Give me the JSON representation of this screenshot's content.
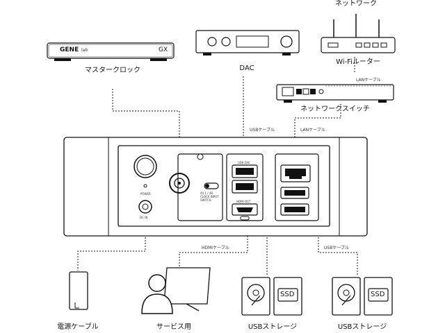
{
  "devices": {
    "master_clock": {
      "brand": "GENE",
      "brand_suffix": "lab",
      "model": "GX",
      "label": "マスタークロック"
    },
    "dac": {
      "label": "DAC"
    },
    "network": {
      "label": "ネットワーク"
    },
    "wifi_router": {
      "label": "Wi-Fiルーター"
    },
    "network_switch": {
      "label": "ネットワークスイッチ"
    },
    "power_cable": {
      "label": "電源ケーブル"
    },
    "service": {
      "label": "サービス用"
    },
    "usb_storage_1": {
      "label": "USBストレージ",
      "ssd": "SSD"
    },
    "usb_storage_2": {
      "label": "USBストレージ",
      "ssd": "SSD"
    }
  },
  "cables": {
    "lan_top": "LANケーブル",
    "usb": "USBケーブル",
    "lan": "LANケーブル",
    "hdmi": "HDMIケーブル",
    "usb_bottom": "USBケーブル"
  },
  "panel": {
    "power": "POWER",
    "dc_in": "DC IN",
    "clock_switch": "44.1 / 48 CLOCK INPUT SWITCH",
    "usb_dac": "USB DAC",
    "hdmi": "HDMI OUT"
  },
  "colors": {
    "line": "#111111",
    "device_fill": "#ffffff",
    "panel_fill": "#ffffff",
    "port": "#1a1a1a"
  }
}
